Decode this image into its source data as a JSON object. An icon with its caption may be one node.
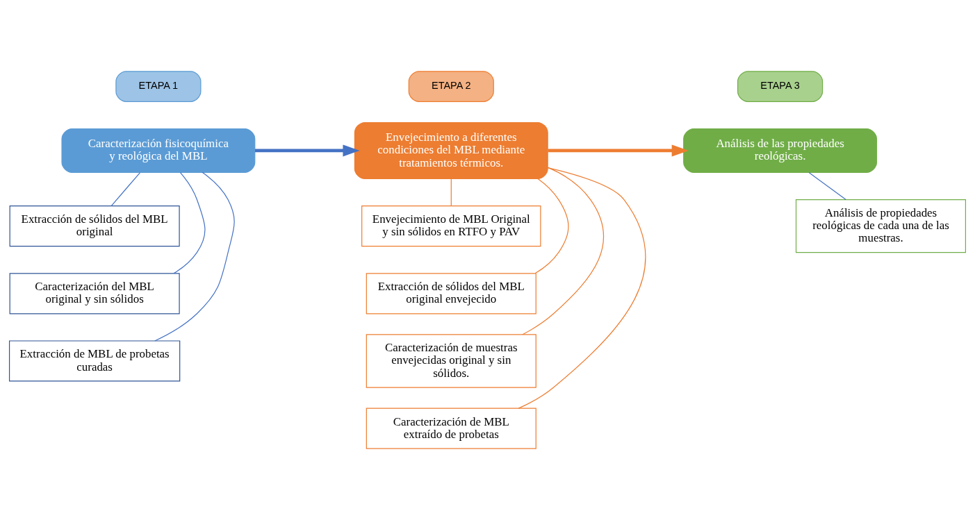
{
  "diagram": {
    "nodes": [
      {
        "text": [
          "ETAPA 1"
        ]
      },
      {
        "text": [
          "ETAPA 2"
        ]
      },
      {
        "text": [
          "ETAPA 3"
        ]
      },
      {
        "text": [
          "Caracterización fisicoquímica y reológica del MBL"
        ]
      },
      {
        "text": [
          "Extracción de sólidos del MBL original"
        ]
      },
      {
        "text": [
          "Caracterización del MBL original y sin sólidos"
        ]
      },
      {
        "text": [
          "Extracción de MBL de probetas curadas"
        ]
      },
      {
        "text": [
          "Envejecimiento a diferentes condiciones del MBL mediante tratamientos térmicos."
        ]
      },
      {
        "text": [
          "Envejecimiento de MBL Original y sin sólidos en RTFO y PAV"
        ]
      },
      {
        "text": [
          "Extracción de sólidos del MBL original envejecido"
        ]
      },
      {
        "text": [
          "Caracterización de muestras envejecidas original y sin sólidos."
        ]
      },
      {
        "text": [
          "Caracterización de MBL extraído de probetas"
        ]
      },
      {
        "text": [
          "Análisis de las propiedades reológicas."
        ]
      },
      {
        "text": [
          "Análisis de propiedades reológicas de cada una de las muestras."
        ]
      }
    ],
    "edges": [
      {
        "from": 3,
        "to": 7,
        "arrow": "to",
        "style": "thick",
        "color": "#4472c4"
      },
      {
        "from": 7,
        "to": 12,
        "arrow": "to",
        "style": "thick",
        "color": "#ed7d31"
      },
      {
        "from": 3,
        "to": 4,
        "arrow": "none",
        "color": "#4472c4"
      },
      {
        "from": 3,
        "to": 5,
        "arrow": "none",
        "color": "#4472c4"
      },
      {
        "from": 3,
        "to": 6,
        "arrow": "none",
        "color": "#4472c4"
      },
      {
        "from": 7,
        "to": 8,
        "arrow": "none",
        "color": "#ed7d31"
      },
      {
        "from": 7,
        "to": 9,
        "arrow": "none",
        "color": "#ed7d31"
      },
      {
        "from": 7,
        "to": 10,
        "arrow": "none",
        "color": "#ed7d31"
      },
      {
        "from": 7,
        "to": 11,
        "arrow": "none",
        "color": "#ed7d31"
      },
      {
        "from": 12,
        "to": 13,
        "arrow": "none",
        "color": "#4472c4"
      }
    ]
  }
}
